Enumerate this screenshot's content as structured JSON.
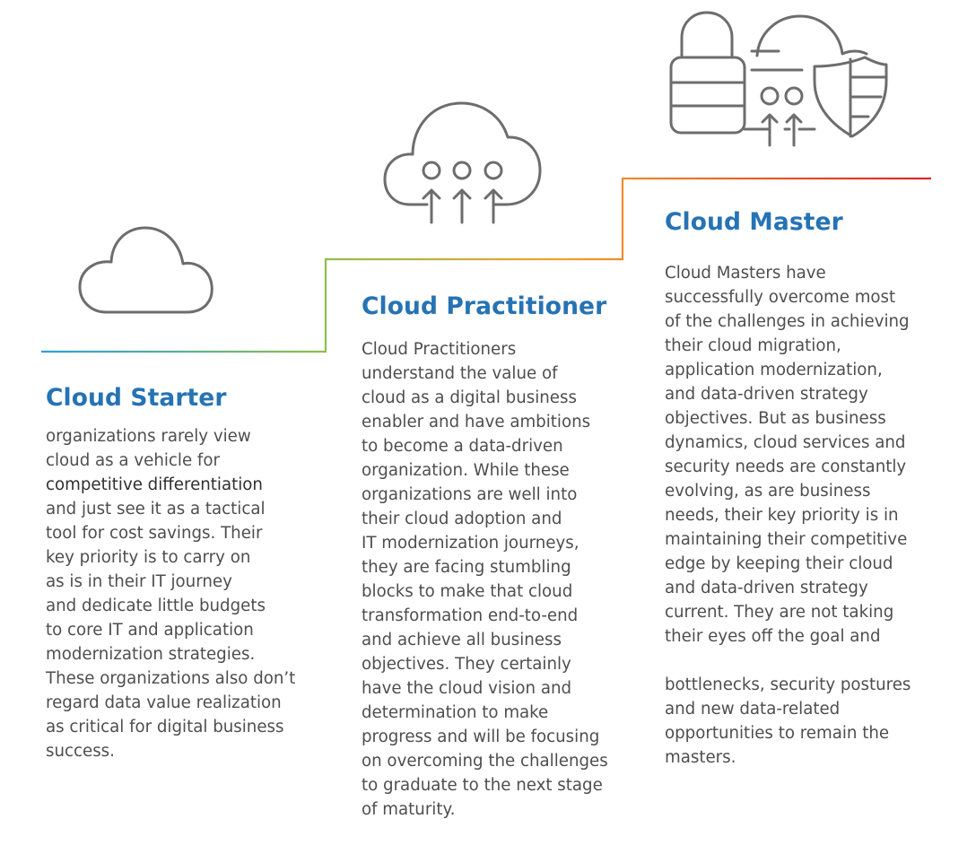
{
  "stages": [
    {
      "heading": "Cloud Starter",
      "body_before": "organizations rarely view\ncloud as a vehicle for\n",
      "body_emphasis": "competitive differentiation",
      "body_after": "\nand just see it as a tactical\ntool for cost savings. Their\nkey priority is to carry on\nas is in their IT journey\nand dedicate little budgets\nto core IT and application\nmodernization strategies.\nThese organizations also don’t\nregard data value realization\nas critical for digital business\nsuccess.",
      "icon": "cloud-icon"
    },
    {
      "heading": "Cloud Practitioner",
      "body": "Cloud Practitioners\nunderstand the value of\ncloud as a digital business\nenabler and have ambitions\nto become a data-driven\norganization. While these\norganizations are well into\ntheir cloud adoption and\nIT modernization journeys,\nthey are facing stumbling\nblocks to make that cloud\ntransformation end-to-end\nand achieve all business\nobjectives. They certainly\nhave the cloud vision and\ndetermination to make\nprogress and will be focusing\non overcoming the challenges\nto graduate to the next stage\nof maturity.",
      "icon": "cloud-upload-icon"
    },
    {
      "heading": "Cloud Master",
      "body": "Cloud Masters have\nsuccessfully overcome most\nof the challenges in achieving\ntheir cloud migration,\napplication modernization,\nand data-driven strategy\nobjectives. But as business\ndynamics, cloud services and\nsecurity needs are constantly\nevolving, as are business\nneeds, their key priority is in\nmaintaining their competitive\nedge by keeping their cloud\nand data-driven strategy\ncurrent. They are not taking\ntheir eyes off the goal and\n\nbottlenecks, security postures\nand new data-related\nopportunities to remain the\nmasters.",
      "icon": "secure-cloud-icon"
    }
  ],
  "colors": {
    "heading": "#2673b4",
    "body_text": "#4e4e4e",
    "icon_stroke": "#6d6d6d",
    "line_start": "#2aa2d8",
    "line_mid_green": "#8fbf4d",
    "line_mid_orange": "#f2a12b",
    "line_end": "#d9262c"
  }
}
